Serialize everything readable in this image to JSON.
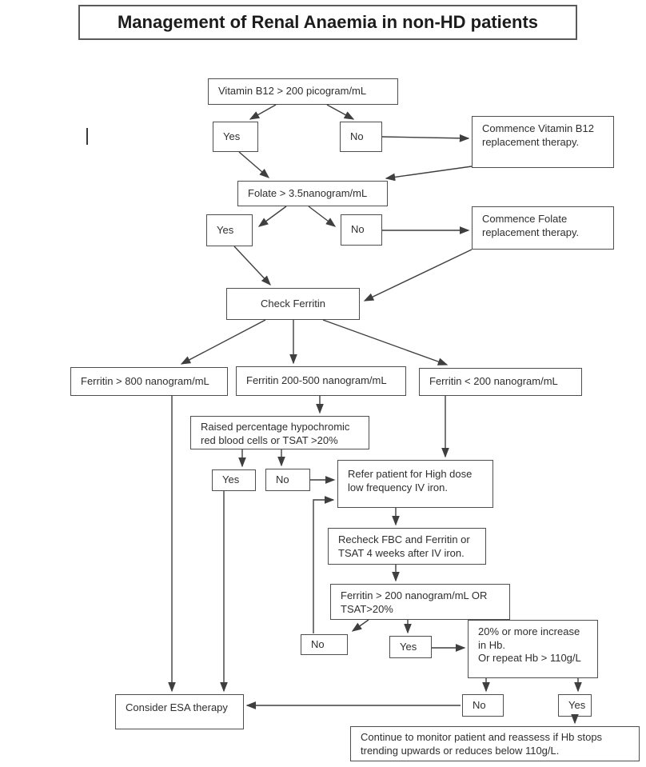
{
  "title": {
    "label": "Management of Renal Anaemia in non-HD patients"
  },
  "colors": {
    "background": "#ffffff",
    "box_border": "#4e4e4e",
    "text": "#2e2e2e",
    "arrow": "#3f3f3f"
  },
  "nodes": {
    "vitamin_b12": {
      "label": "Vitamin B12 > 200 picogram/mL"
    },
    "b12_yes": {
      "label": "Yes"
    },
    "b12_no": {
      "label": "No"
    },
    "commence_b12": {
      "label": "Commence Vitamin B12\nreplacement therapy."
    },
    "folate": {
      "label": "Folate > 3.5nanogram/mL"
    },
    "folate_yes": {
      "label": "Yes"
    },
    "folate_no": {
      "label": "No"
    },
    "commence_folate": {
      "label": "Commence Folate\nreplacement therapy."
    },
    "check_ferritin": {
      "label": "Check Ferritin"
    },
    "ferritin_high": {
      "label": "Ferritin > 800 nanogram/mL"
    },
    "ferritin_mid": {
      "label": "Ferritin 200-500 nanogram/mL"
    },
    "ferritin_low": {
      "label": "Ferritin < 200 nanogram/mL"
    },
    "hypochromic": {
      "label": "Raised percentage hypochromic\nred blood cells or TSAT >20%"
    },
    "hypo_yes": {
      "label": "Yes"
    },
    "hypo_no": {
      "label": "No"
    },
    "refer_iron": {
      "label": "Refer patient for High dose\nlow frequency IV iron."
    },
    "recheck": {
      "label": "Recheck FBC and Ferritin or\nTSAT 4 weeks after IV iron."
    },
    "ferritin_tsat": {
      "label": "Ferritin > 200 nanogram/mL OR\nTSAT>20%"
    },
    "loop_no": {
      "label": "No"
    },
    "iron_yes": {
      "label": "Yes"
    },
    "hb_increase": {
      "label": "20% or more increase\nin Hb.\nOr repeat Hb > 110g/L"
    },
    "esa": {
      "label": "Consider ESA therapy"
    },
    "final_no": {
      "label": "No"
    },
    "final_yes": {
      "label": "Yes"
    },
    "monitor": {
      "label": "Continue to monitor patient and reassess if Hb stops\ntrending upwards or reduces below 110g/L."
    }
  }
}
